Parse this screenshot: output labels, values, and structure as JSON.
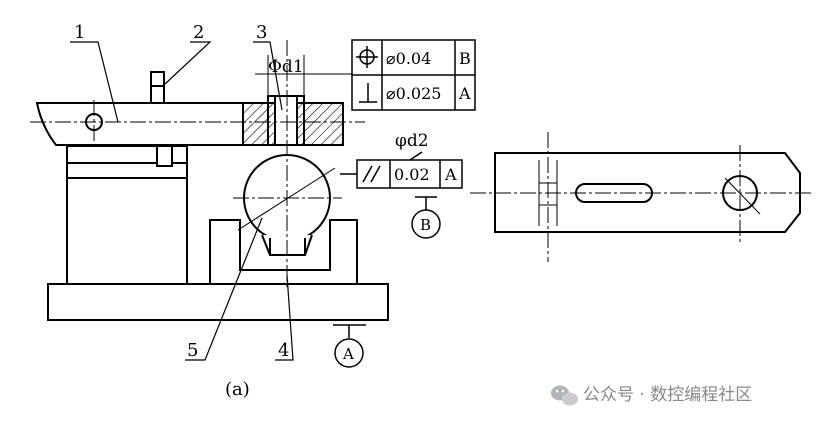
{
  "labels": {
    "part1": "1",
    "part2": "2",
    "part3": "3",
    "part4": "4",
    "part5": "5",
    "caption": "(a)"
  },
  "dims": {
    "d1": "Φd1",
    "d2": "φd2"
  },
  "tolerance_frame_top": {
    "rows": [
      {
        "symbol": "position",
        "value": "⌀0.04",
        "datum": "B"
      },
      {
        "symbol": "perpendicularity",
        "value": "⌀0.025",
        "datum": "A"
      }
    ]
  },
  "tolerance_frame_parallel": {
    "symbol": "parallelism",
    "value": "0.02",
    "datum": "A"
  },
  "datums": {
    "B": "B",
    "A": "A"
  },
  "watermark": {
    "icon": "wechat-icon",
    "text": "公众号 · 数控编程社区"
  }
}
